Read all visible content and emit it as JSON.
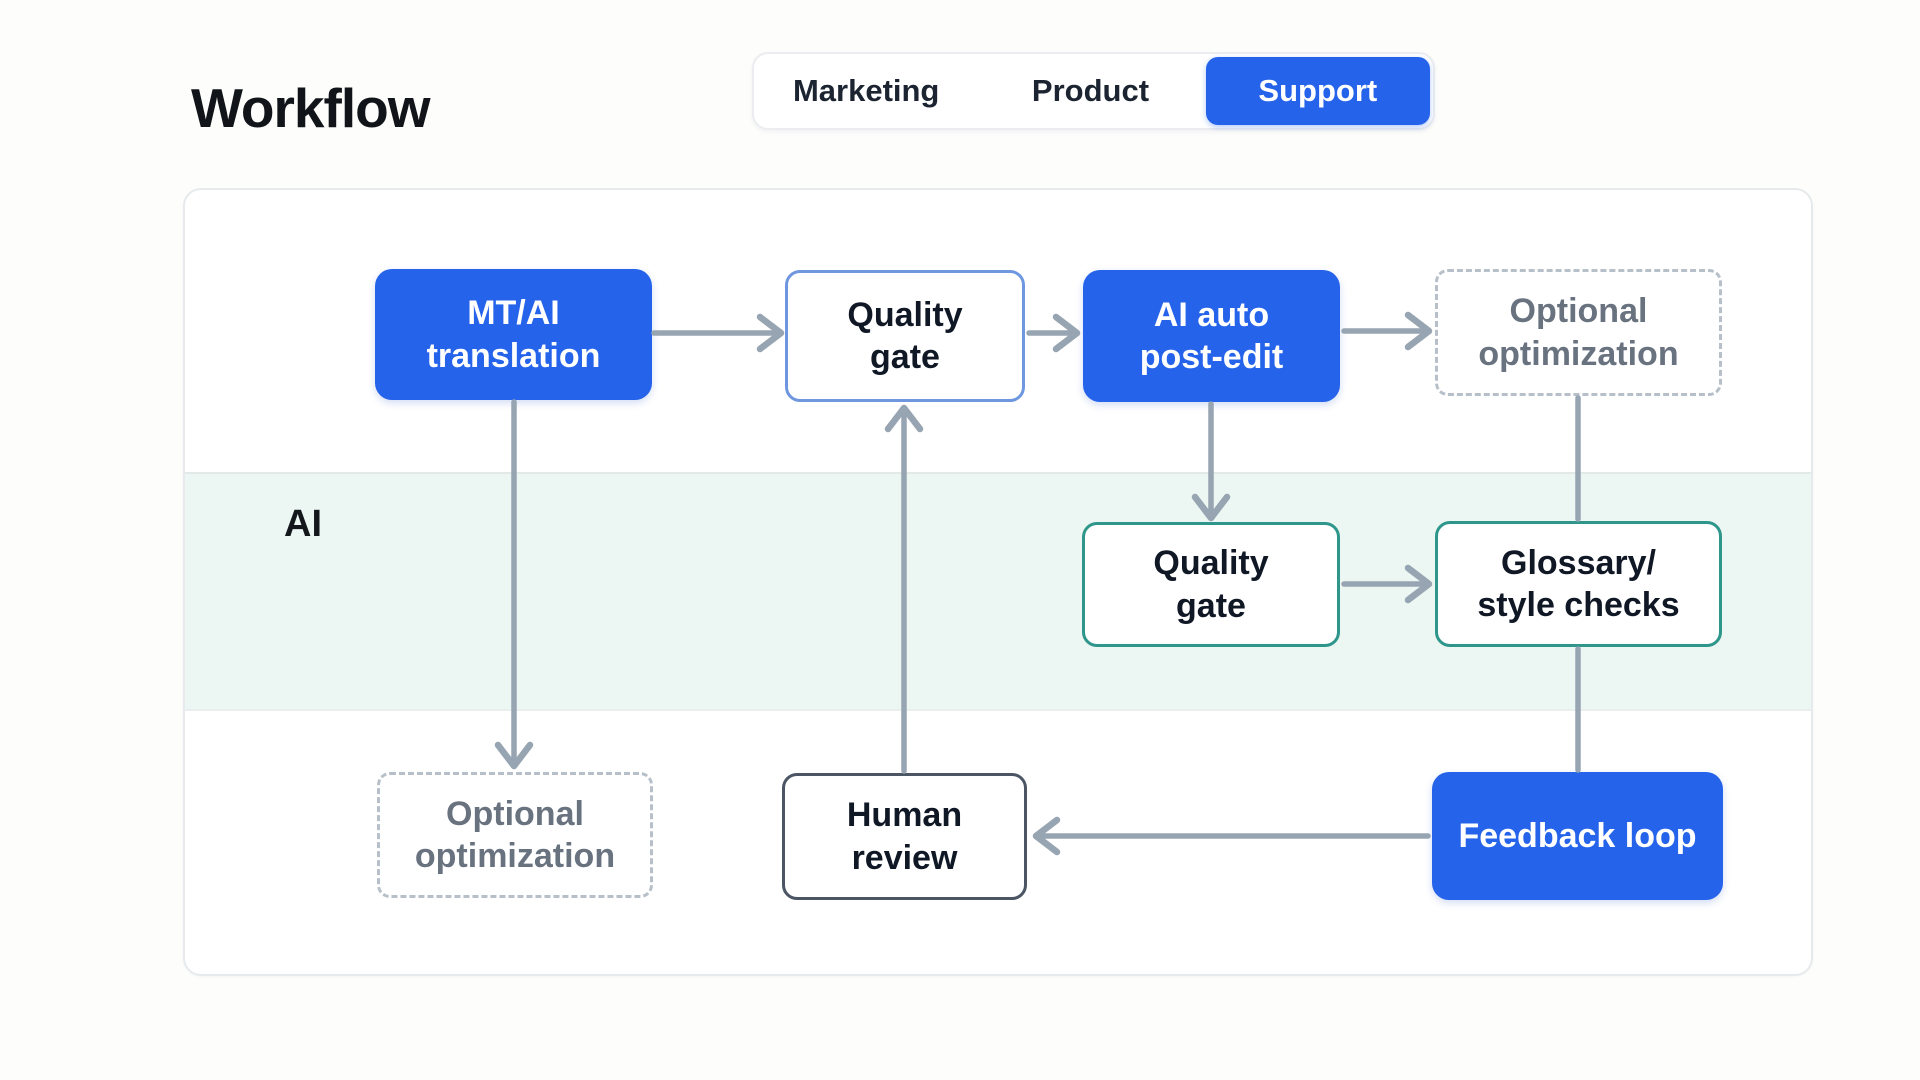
{
  "header": {
    "title": "Workflow"
  },
  "tabs": [
    {
      "label": "Marketing",
      "active": false
    },
    {
      "label": "Product",
      "active": false
    },
    {
      "label": "Support",
      "active": true
    }
  ],
  "diagram": {
    "lane_label": "AI",
    "nodes": {
      "mt_translation": {
        "label": "MT/AI\ntranslation",
        "style": "primary"
      },
      "quality_gate_1": {
        "label": "Quality\ngate",
        "style": "outline-blue"
      },
      "ai_auto_post_edit": {
        "label": "AI auto\npost-edit",
        "style": "primary"
      },
      "optional_optimization_top": {
        "label": "Optional\noptimization",
        "style": "dashed"
      },
      "quality_gate_2": {
        "label": "Quality\ngate",
        "style": "outline-teal"
      },
      "glossary_style_checks": {
        "label": "Glossary/\nstyle checks",
        "style": "outline-teal"
      },
      "optional_optimization_bottom": {
        "label": "Optional\noptimization",
        "style": "dashed"
      },
      "human_review": {
        "label": "Human\nreview",
        "style": "outline-dark"
      },
      "feedback_loop": {
        "label": "Feedback loop",
        "style": "primary"
      }
    },
    "edges": [
      {
        "from": "mt_translation",
        "to": "quality_gate_1",
        "arrow": true
      },
      {
        "from": "quality_gate_1",
        "to": "ai_auto_post_edit",
        "arrow": true
      },
      {
        "from": "ai_auto_post_edit",
        "to": "optional_optimization_top",
        "arrow": true
      },
      {
        "from": "mt_translation",
        "to": "optional_optimization_bottom",
        "arrow": true
      },
      {
        "from": "ai_auto_post_edit",
        "to": "quality_gate_2",
        "arrow": true
      },
      {
        "from": "quality_gate_2",
        "to": "glossary_style_checks",
        "arrow": true
      },
      {
        "from": "optional_optimization_top",
        "to": "glossary_style_checks",
        "arrow": false
      },
      {
        "from": "glossary_style_checks",
        "to": "feedback_loop",
        "arrow": false
      },
      {
        "from": "feedback_loop",
        "to": "human_review",
        "arrow": true
      },
      {
        "from": "human_review",
        "to": "quality_gate_1",
        "arrow": true
      }
    ],
    "colors": {
      "primary_blue": "#2563eb",
      "light_blue_border": "#6f97e0",
      "teal_border": "#2e968b",
      "dark_border": "#4b5563",
      "dashed_border": "#b7bfc9",
      "arrow_gray": "#97a4b2",
      "mint_band": "#ecf6f2"
    }
  }
}
